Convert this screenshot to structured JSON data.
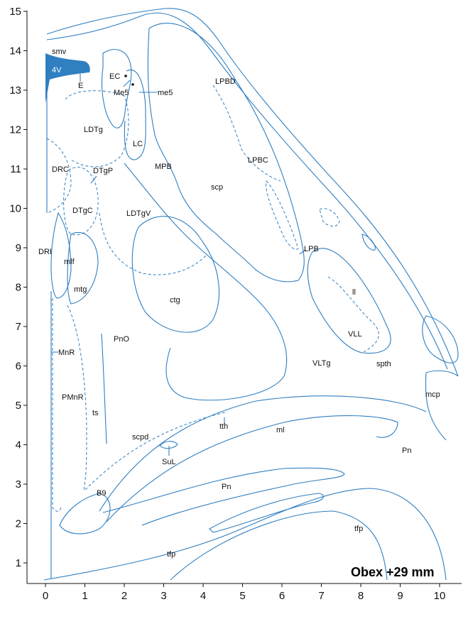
{
  "plate": {
    "title": "Obex  +29 mm"
  },
  "axes": {
    "x_ticks": [
      "0",
      "1",
      "2",
      "3",
      "4",
      "5",
      "6",
      "7",
      "8",
      "9",
      "10"
    ],
    "y_ticks": [
      "1",
      "2",
      "3",
      "4",
      "5",
      "6",
      "7",
      "8",
      "9",
      "10",
      "11",
      "12",
      "13",
      "14",
      "15"
    ]
  },
  "colors": {
    "outline": "#2f7fc1",
    "ventricle_fill": "#2f7fc1",
    "axis": "#111111"
  },
  "labels": {
    "smv": "smv",
    "v4": "4V",
    "e": "E",
    "ec": "EC",
    "me5_nucleus": "Me5",
    "me5_tract": "me5",
    "lpbd": "LPBD",
    "ldtg": "LDTg",
    "lc": "LC",
    "drc": "DRC",
    "dtgp": "DTgP",
    "lpbc": "LPBC",
    "mpb": "MPB",
    "scp": "scp",
    "dtgc": "DTgC",
    "ldtgv": "LDTgV",
    "lpb": "LPB",
    "dri": "DRI",
    "mlf": "mlf",
    "ll": "ll",
    "mtg": "mtg",
    "ctg": "ctg",
    "vll": "VLL",
    "pno": "PnO",
    "mnr": "MnR",
    "vltg": "VLTg",
    "spth": "spth",
    "pmnr": "PMnR",
    "mcp": "mcp",
    "ts": "ts",
    "tth": "tth",
    "ml": "ml",
    "scpd": "scpd",
    "pn_right": "Pn",
    "sul": "SuL",
    "b9": "B9",
    "pn_center": "Pn",
    "tfp_right": "tfp",
    "tfp_left": "tfp"
  }
}
